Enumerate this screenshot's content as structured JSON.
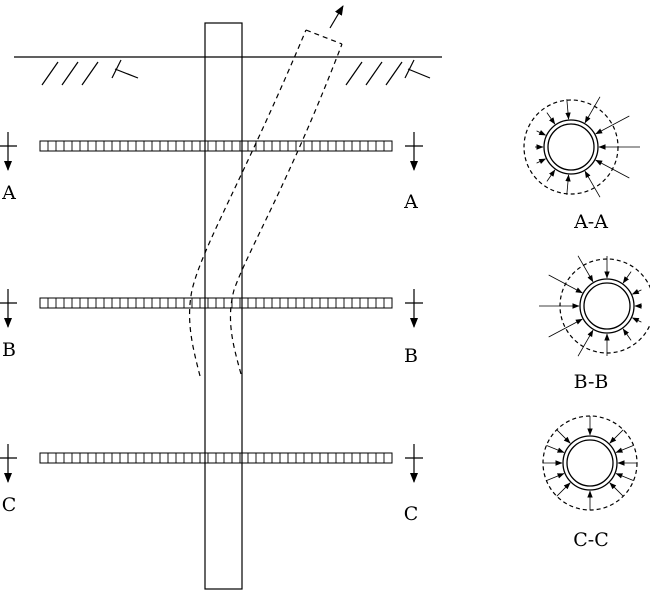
{
  "diagram": {
    "section_labels": {
      "left": [
        "A",
        "B",
        "C"
      ],
      "right": [
        "A",
        "B",
        "C"
      ]
    },
    "cross_sections": [
      {
        "id": "A-A",
        "label": "A-A"
      },
      {
        "id": "B-B",
        "label": "B-B"
      },
      {
        "id": "C-C",
        "label": "C-C"
      }
    ]
  }
}
